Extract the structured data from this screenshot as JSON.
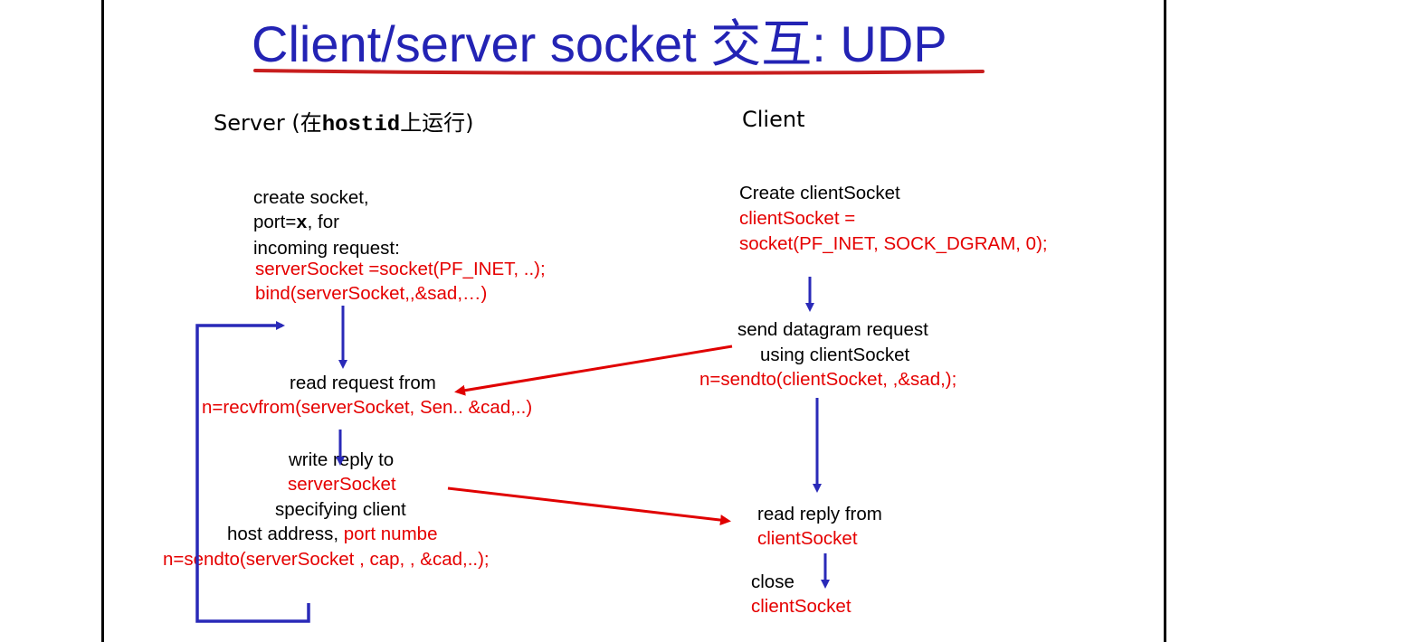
{
  "title": "Client/server socket 交互: UDP",
  "server_header": {
    "prefix": "Server (在",
    "host": "hostid",
    "suffix": "上运行)"
  },
  "client_header": "Client",
  "server": {
    "create": {
      "line1": "create socket,",
      "line2_prefix": "port=",
      "line2_var": "x",
      "line2_suffix": ", for",
      "line3": "incoming request:",
      "code1": "serverSocket =socket(PF_INET, ..);",
      "code2": "bind(serverSocket,,&sad,…)"
    },
    "read": {
      "line1": "read request from",
      "code1": "n=recvfrom(serverSocket, Sen.. &cad,..)"
    },
    "write": {
      "line1": "write reply to",
      "code1": "serverSocket",
      "line2": "specifying client",
      "line3_prefix": "host address, ",
      "line3_red": "port numbe",
      "code2": "n=sendto(serverSocket , cap, , &cad,..);"
    }
  },
  "client": {
    "create": {
      "line1": "Create clientSocket",
      "code1": "clientSocket =",
      "code2": "socket(PF_INET, SOCK_DGRAM, 0);"
    },
    "send": {
      "line1": "send datagram request",
      "line2": "using clientSocket",
      "code1": "n=sendto(clientSocket,  ,&sad,);"
    },
    "read": {
      "line1": "read reply from",
      "code1": "clientSocket"
    },
    "close": {
      "line1": "close",
      "code1": "clientSocket"
    }
  },
  "colors": {
    "title": "#2323b4",
    "code": "#e50000",
    "flow_arrow": "#2a2ab8",
    "message_arrow": "#e00000",
    "underline": "#c81e1e"
  }
}
